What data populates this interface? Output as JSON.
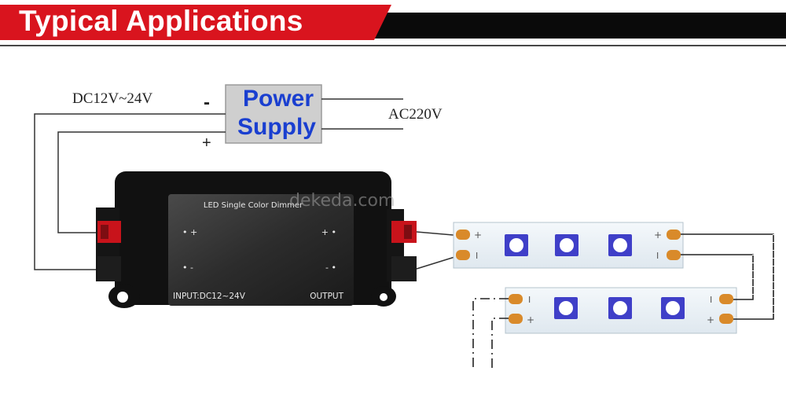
{
  "header": {
    "title": "Typical Applications",
    "colors": {
      "red": "#d9141e",
      "black": "#0a0a0a"
    }
  },
  "diagram": {
    "supply_input_label": "DC12V~24V",
    "supply_output_label": "AC220V",
    "minus_sign": "-",
    "plus_sign": "+",
    "power_supply": {
      "line1": "Power",
      "line2": "Supply",
      "text_color": "#1a3fd0",
      "box_color": "#cfcfcf"
    },
    "dimmer": {
      "title": "LED  Single  Color  Dimmer",
      "input_label": "INPUT:DC12~24V",
      "output_label": "OUTPUT",
      "in_plus": "• +",
      "in_minus": "• -",
      "out_plus": "+ •",
      "out_minus": "- •"
    },
    "watermark": "dekeda.com",
    "strip1": {
      "left_top": "+",
      "left_bottom": "I",
      "right_top": "+",
      "right_bottom": "I"
    },
    "strip2": {
      "left_top": "I",
      "left_bottom": "+",
      "right_top": "I",
      "right_bottom": "+"
    },
    "led_color": "#3f3fc8"
  }
}
